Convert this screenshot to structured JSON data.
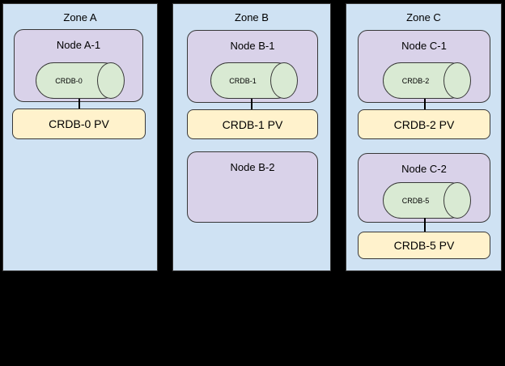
{
  "colors": {
    "canvas_bg": "#000000",
    "zone_fill": "#cfe2f3",
    "node_fill": "#d9d2e9",
    "pod_fill": "#d9ead3",
    "pv_fill": "#fff2cc",
    "stroke": "#383838",
    "connector": "#000000"
  },
  "diagram": {
    "zones": [
      {
        "title": "Zone A",
        "nodes": [
          {
            "label": "Node A-1",
            "pod": "CRDB-0",
            "pv": "CRDB-0 PV"
          }
        ]
      },
      {
        "title": "Zone B",
        "nodes": [
          {
            "label": "Node B-1",
            "pod": "CRDB-1",
            "pv": "CRDB-1 PV"
          },
          {
            "label": "Node B-2"
          }
        ]
      },
      {
        "title": "Zone C",
        "nodes": [
          {
            "label": "Node C-1",
            "pod": "CRDB-2",
            "pv": "CRDB-2 PV"
          },
          {
            "label": "Node C-2",
            "pod": "CRDB-5",
            "pv": "CRDB-5 PV"
          }
        ]
      }
    ]
  }
}
